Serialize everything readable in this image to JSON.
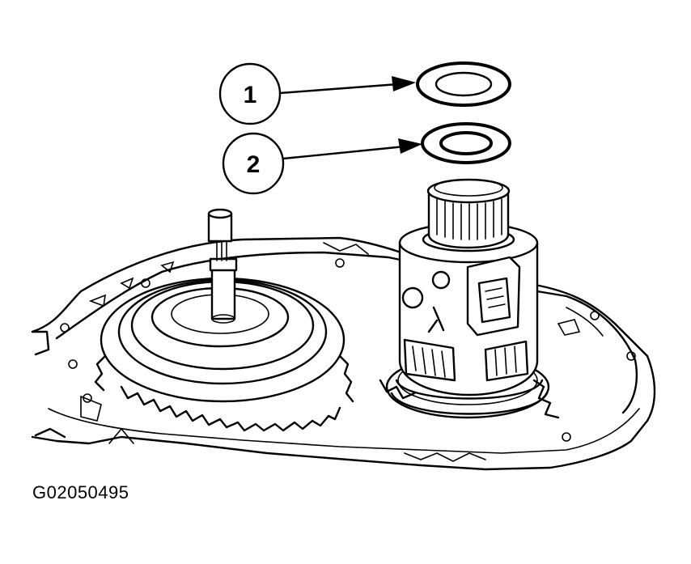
{
  "callouts": [
    {
      "number": "1"
    },
    {
      "number": "2"
    }
  ],
  "figure_code": "G02050495"
}
